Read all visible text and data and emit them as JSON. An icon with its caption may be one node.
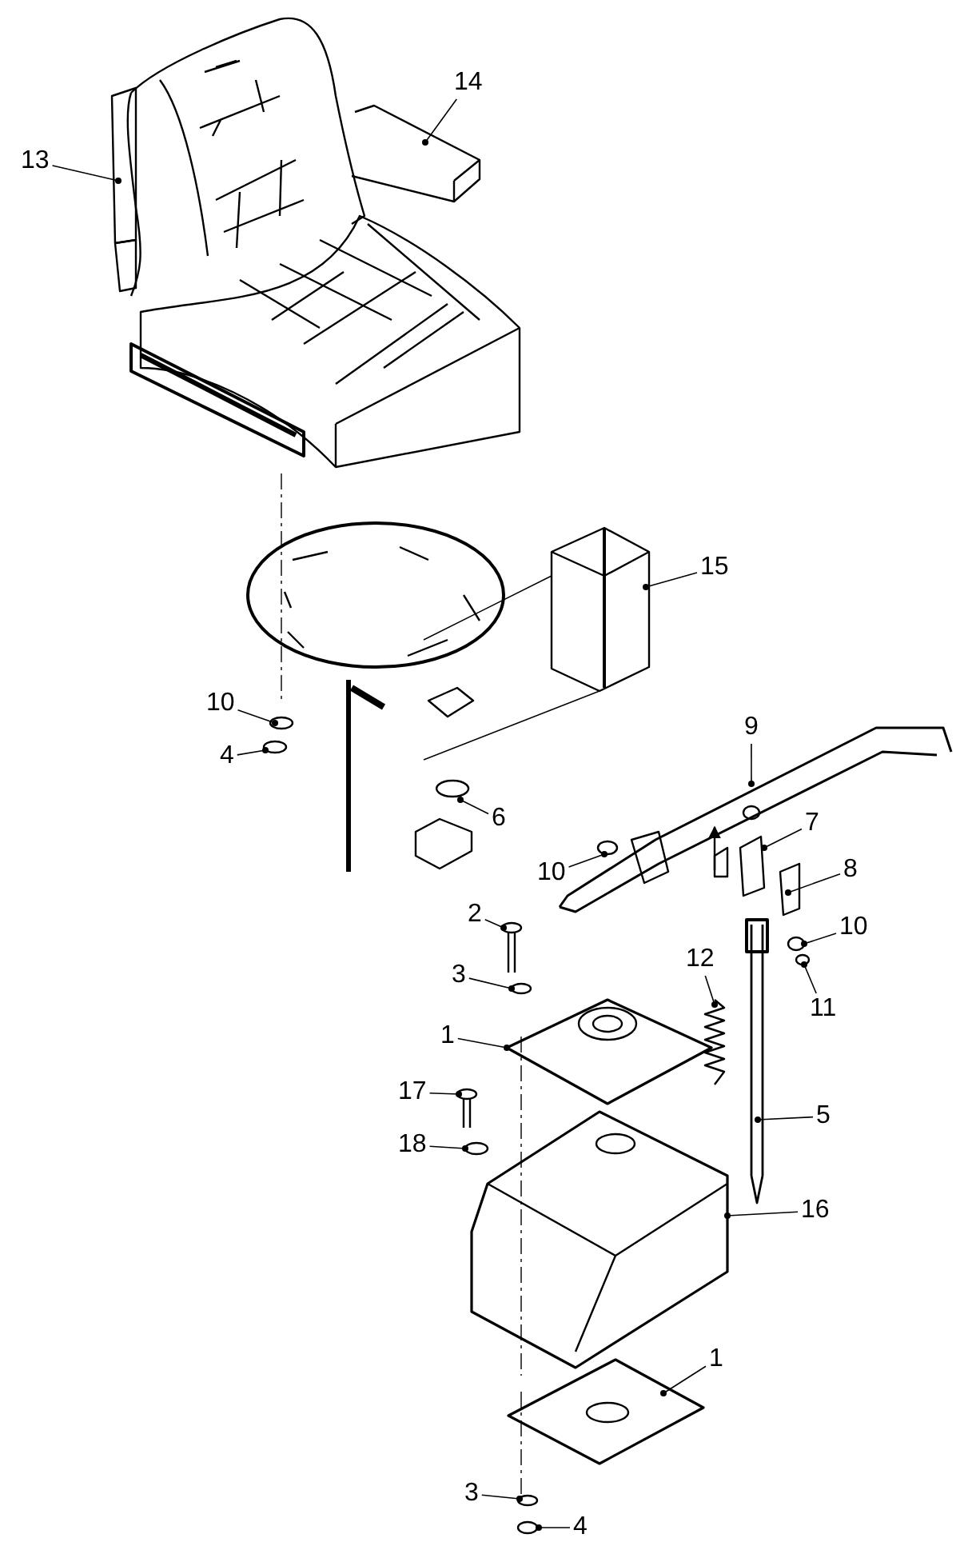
{
  "diagram": {
    "nodes": [
      {
        "text": [
          "14"
        ]
      },
      {
        "text": [
          "13"
        ]
      },
      {
        "text": [
          "15"
        ]
      },
      {
        "text": [
          "10"
        ]
      },
      {
        "text": [
          "9"
        ]
      },
      {
        "text": [
          "4"
        ]
      },
      {
        "text": [
          "6"
        ]
      },
      {
        "text": [
          "7"
        ]
      },
      {
        "text": [
          "10"
        ]
      },
      {
        "text": [
          "8"
        ]
      },
      {
        "text": [
          "2"
        ]
      },
      {
        "text": [
          "10"
        ]
      },
      {
        "text": [
          "12"
        ]
      },
      {
        "text": [
          "3"
        ]
      },
      {
        "text": [
          "11"
        ]
      },
      {
        "text": [
          "1"
        ]
      },
      {
        "text": [
          "17"
        ]
      },
      {
        "text": [
          "5"
        ]
      },
      {
        "text": [
          "18"
        ]
      },
      {
        "text": [
          "16"
        ]
      },
      {
        "text": [
          "1"
        ]
      },
      {
        "text": [
          "3"
        ]
      },
      {
        "text": [
          "4"
        ]
      }
    ],
    "edges": [
      {
        "from": 0,
        "to": null,
        "arrow": "other"
      },
      {
        "from": 1,
        "to": null,
        "arrow": "other"
      },
      {
        "from": 2,
        "to": null,
        "arrow": "other"
      },
      {
        "from": 3,
        "to": null,
        "arrow": "other"
      },
      {
        "from": 4,
        "to": null,
        "arrow": "other"
      },
      {
        "from": 5,
        "to": null,
        "arrow": "other"
      },
      {
        "from": 6,
        "to": null,
        "arrow": "other"
      },
      {
        "from": 7,
        "to": null,
        "arrow": "other"
      },
      {
        "from": 8,
        "to": null,
        "arrow": "other"
      },
      {
        "from": 9,
        "to": null,
        "arrow": "other"
      },
      {
        "from": 10,
        "to": null,
        "arrow": "other"
      },
      {
        "from": 11,
        "to": null,
        "arrow": "other"
      },
      {
        "from": 12,
        "to": null,
        "arrow": "other"
      },
      {
        "from": 13,
        "to": null,
        "arrow": "other"
      },
      {
        "from": 14,
        "to": null,
        "arrow": "other"
      },
      {
        "from": 15,
        "to": null,
        "arrow": "other"
      },
      {
        "from": 16,
        "to": null,
        "arrow": "other"
      },
      {
        "from": 17,
        "to": null,
        "arrow": "other"
      },
      {
        "from": 18,
        "to": null,
        "arrow": "other"
      },
      {
        "from": 19,
        "to": null,
        "arrow": "other"
      },
      {
        "from": 20,
        "to": null,
        "arrow": "other"
      },
      {
        "from": 21,
        "to": null,
        "arrow": "other"
      },
      {
        "from": 22,
        "to": null,
        "arrow": "other"
      }
    ]
  }
}
